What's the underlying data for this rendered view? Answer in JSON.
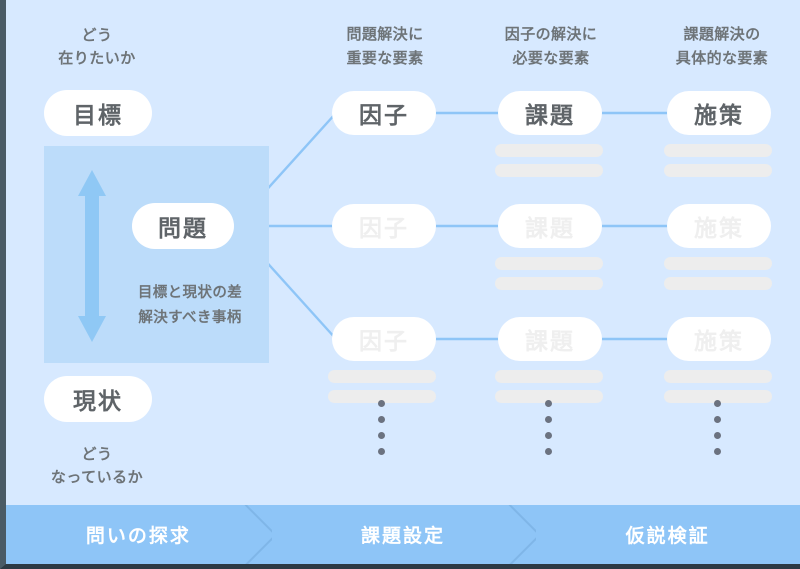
{
  "colors": {
    "background": "#d7e9ff",
    "highlight_box": "#bcdcfa",
    "arrow": "#8fc8f5",
    "connector_line": "#8ec5f7",
    "pill_bg": "#ffffff",
    "pill_text": "#5f6468",
    "pill_text_ghost": "#efefef",
    "caption_text": "#6e7478",
    "placeholder_bar": "#ededed",
    "dot": "#6b7280",
    "ribbon_bg": "#8ec5f7",
    "ribbon_text": "#ffffff",
    "frame_border": "#4a5b66"
  },
  "left": {
    "top_caption": "どう\n在りたいか",
    "goal_pill": "目標",
    "problem_pill": "問題",
    "gap_text": "目標と現状の差\n解決すべき事柄",
    "current_pill": "現状",
    "bottom_caption": "どう\nなっているか",
    "arrow_icon": "double-headed-vertical-arrow"
  },
  "columns": [
    {
      "header": "問題解決に\n重要な要素",
      "key": "factor",
      "pill": "因子"
    },
    {
      "header": "因子の解決に\n必要な要素",
      "key": "issue",
      "pill": "課題"
    },
    {
      "header": "課題解決の\n具体的な要素",
      "key": "measure",
      "pill": "施策"
    }
  ],
  "rows": [
    {
      "state": "active",
      "pills": [
        "因子",
        "課題",
        "施策"
      ],
      "bars": [
        0,
        2,
        2
      ]
    },
    {
      "state": "ghost",
      "pills": [
        "因子",
        "課題",
        "施策"
      ],
      "bars": [
        0,
        2,
        2
      ]
    },
    {
      "state": "ghost",
      "pills": [
        "因子",
        "課題",
        "施策"
      ],
      "bars": [
        2,
        2,
        2
      ]
    }
  ],
  "continuation_dots": {
    "count": 4,
    "columns": 3
  },
  "ribbon": {
    "steps": [
      {
        "label": "問いの探求"
      },
      {
        "label": "課題設定"
      },
      {
        "label": "仮説検証"
      }
    ]
  }
}
